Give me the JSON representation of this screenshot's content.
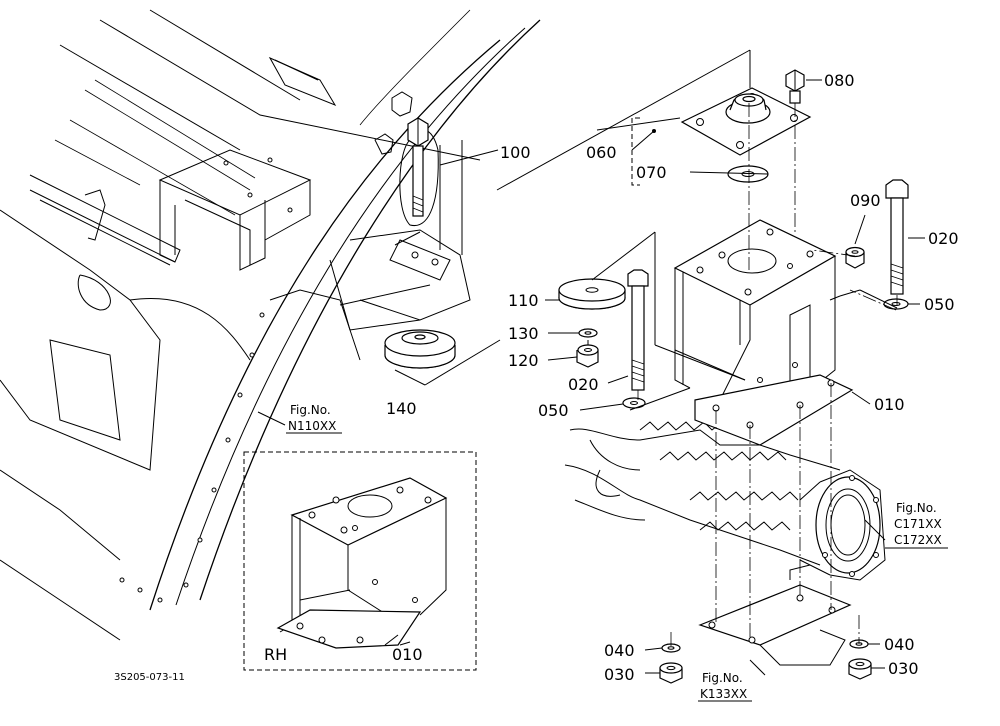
{
  "callouts": {
    "p080": "080",
    "p060": "060",
    "p070": "070",
    "p100": "100",
    "p090": "090",
    "p020_right": "020",
    "p050_right": "050",
    "p110": "110",
    "p130": "130",
    "p120": "120",
    "p140": "140",
    "p020_left": "020",
    "p050_left": "050",
    "p010_main": "010",
    "p010_inset": "010",
    "p040_left": "040",
    "p030_left": "030",
    "p040_right": "040",
    "p030_right": "030"
  },
  "figure_refs": {
    "n110": {
      "label": "Fig.No.",
      "number": "N110XX"
    },
    "c171": {
      "label": "Fig.No.",
      "numbers": [
        "C171XX",
        "C172XX"
      ]
    },
    "k133": {
      "label": "Fig.No.",
      "number": "K133XX"
    }
  },
  "inset": {
    "side_label": "RH"
  },
  "drawing_code": "3S205-073-11"
}
